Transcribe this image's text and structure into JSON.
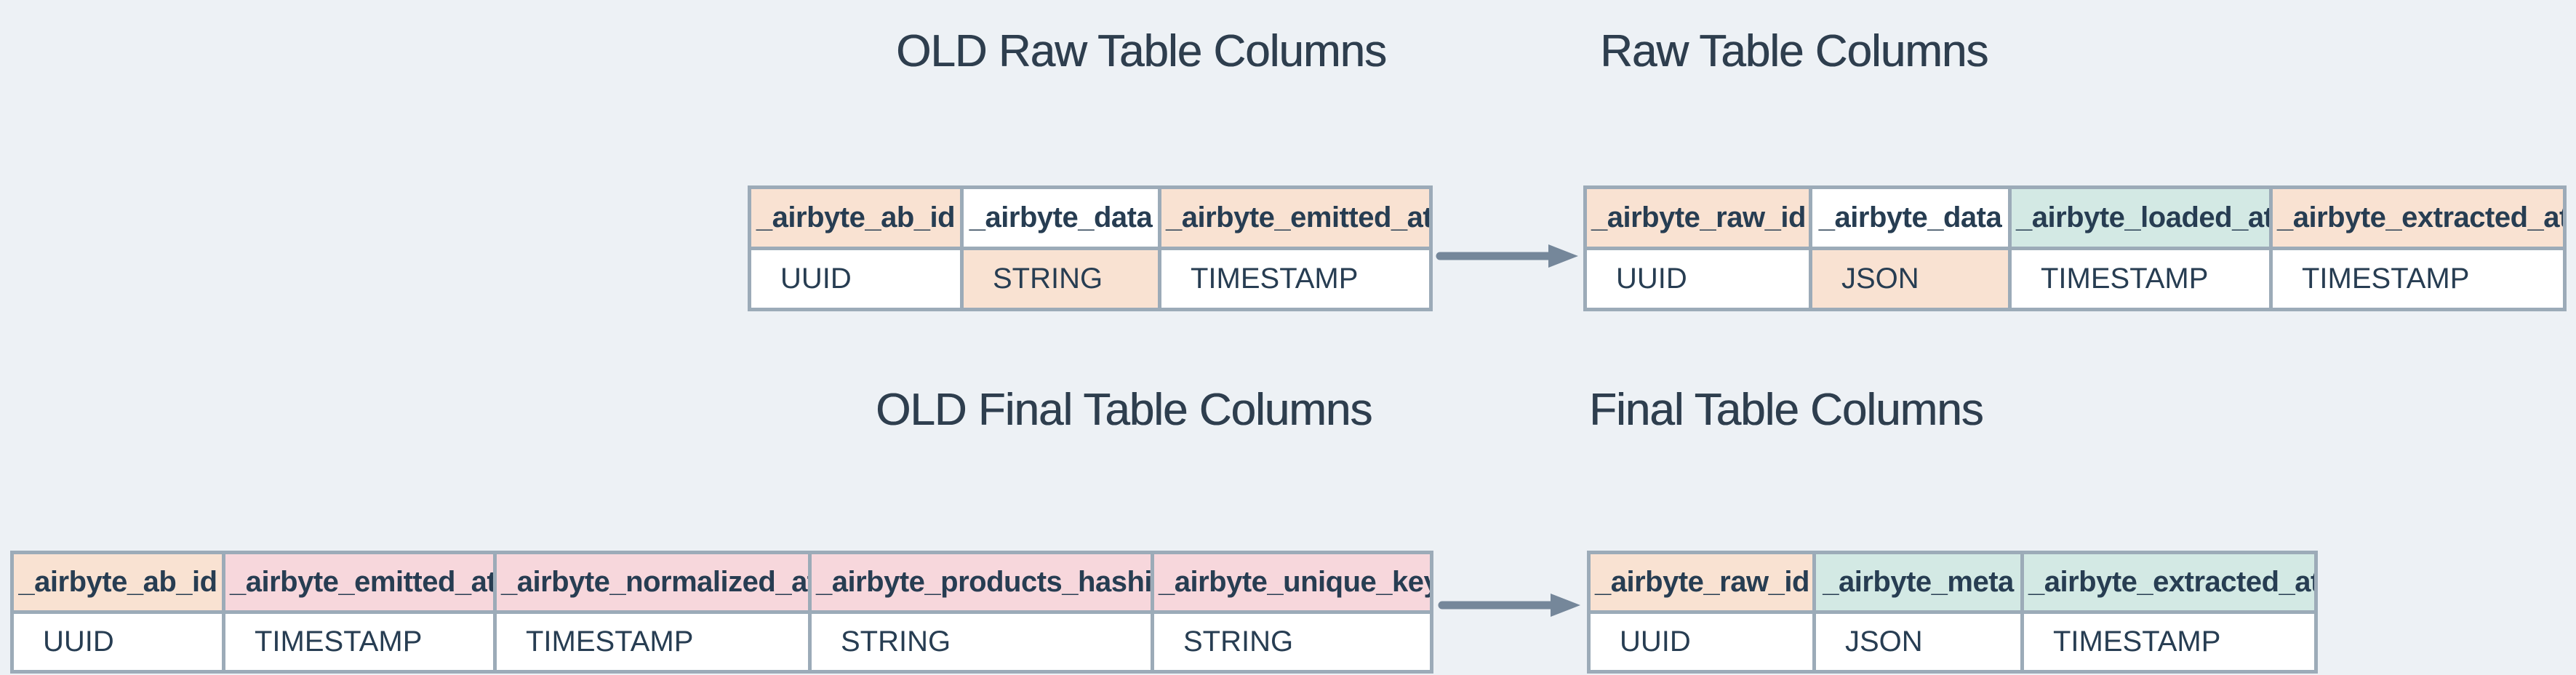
{
  "page": {
    "background": "#edf1f5"
  },
  "colors": {
    "peach": "#f9e2d2",
    "pink": "#f7d7dc",
    "teal": "#d3e9e4",
    "white": "#ffffff",
    "border": "#9cabb8",
    "arrow": "#75879a",
    "text": "#273d52",
    "title_text": "#2e3e4e"
  },
  "diagrams": {
    "raw": {
      "old": {
        "title": "OLD Raw Table Columns",
        "columns": [
          {
            "name": "_airbyte_ab_id",
            "type": "UUID",
            "name_bg": "peach",
            "type_bg": "white"
          },
          {
            "name": "_airbyte_data",
            "type": "STRING",
            "name_bg": "white",
            "type_bg": "peach"
          },
          {
            "name": "_airbyte_emitted_at",
            "type": "TIMESTAMP",
            "name_bg": "peach",
            "type_bg": "white"
          }
        ]
      },
      "new": {
        "title": "Raw Table Columns",
        "columns": [
          {
            "name": "_airbyte_raw_id",
            "type": "UUID",
            "name_bg": "peach",
            "type_bg": "white"
          },
          {
            "name": "_airbyte_data",
            "type": "JSON",
            "name_bg": "white",
            "type_bg": "peach"
          },
          {
            "name": "_airbyte_loaded_at",
            "type": "TIMESTAMP",
            "name_bg": "teal",
            "type_bg": "white"
          },
          {
            "name": "_airbyte_extracted_at",
            "type": "TIMESTAMP",
            "name_bg": "peach",
            "type_bg": "white"
          }
        ]
      }
    },
    "final": {
      "old": {
        "title": "OLD Final Table Columns",
        "columns": [
          {
            "name": "_airbyte_ab_id",
            "type": "UUID",
            "name_bg": "peach",
            "type_bg": "white"
          },
          {
            "name": "_airbyte_emitted_at",
            "type": "TIMESTAMP",
            "name_bg": "pink",
            "type_bg": "white"
          },
          {
            "name": "_airbyte_normalized_at",
            "type": "TIMESTAMP",
            "name_bg": "pink",
            "type_bg": "white"
          },
          {
            "name": "_airbyte_products_hashid",
            "type": "STRING",
            "name_bg": "pink",
            "type_bg": "white"
          },
          {
            "name": "_airbyte_unique_key",
            "type": "STRING",
            "name_bg": "pink",
            "type_bg": "white"
          }
        ]
      },
      "new": {
        "title": "Final Table Columns",
        "columns": [
          {
            "name": "_airbyte_raw_id",
            "type": "UUID",
            "name_bg": "peach",
            "type_bg": "white"
          },
          {
            "name": "_airbyte_meta",
            "type": "JSON",
            "name_bg": "teal",
            "type_bg": "white"
          },
          {
            "name": "_airbyte_extracted_at",
            "type": "TIMESTAMP",
            "name_bg": "teal",
            "type_bg": "white"
          }
        ]
      }
    }
  }
}
